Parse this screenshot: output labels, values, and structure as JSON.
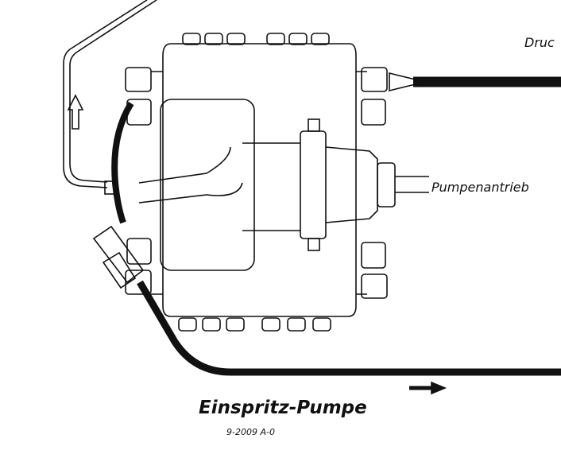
{
  "labels": {
    "pressure_line": "Druc",
    "pump_drive": "Pumpenantrieb",
    "title": "Einspritz-Pumpe",
    "drawing_number": "9-2009 A-0"
  },
  "colors": {
    "ink": "#111111",
    "paper": "#ffffff"
  }
}
